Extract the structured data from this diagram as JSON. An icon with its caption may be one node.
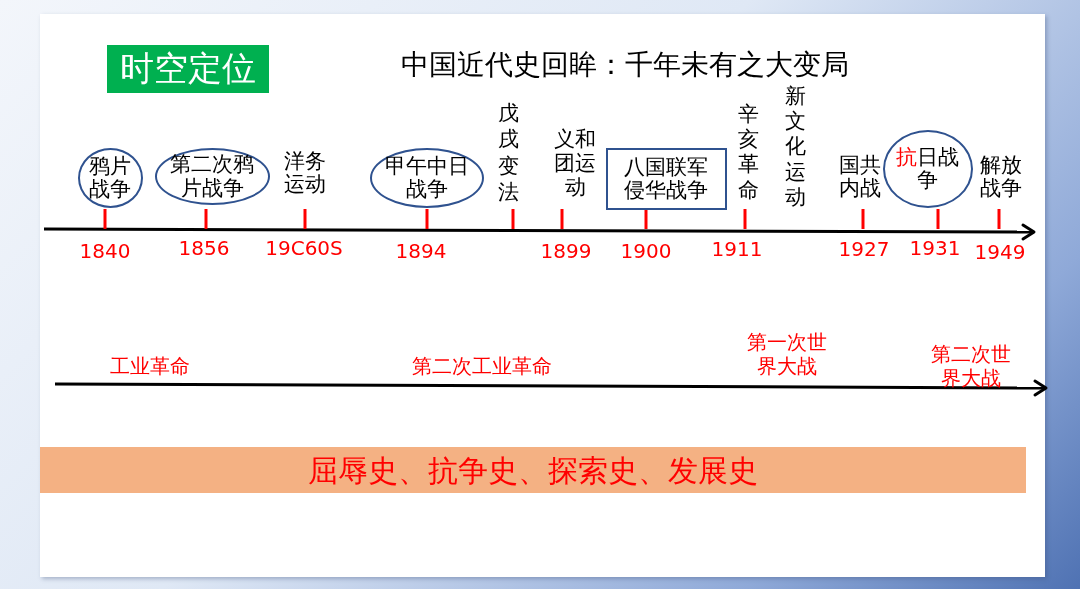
{
  "diagram": {
    "title": "中国近代史回眸：千年未有之大变局",
    "nodes": [
      {
        "text": [
          "时空定位"
        ]
      },
      {
        "text": [
          "鸦片战争"
        ],
        "beside": [
          "1840"
        ]
      },
      {
        "text": [
          "第二次鸦片战争"
        ],
        "beside": [
          "1856"
        ]
      },
      {
        "text": [
          "甲午中日战争"
        ],
        "beside": [
          "1894"
        ]
      },
      {
        "text": [
          "八国联军侵华战争"
        ],
        "beside": [
          "1900"
        ]
      },
      {
        "text": [
          "抗日战争"
        ],
        "beside": [
          "1931"
        ]
      },
      {
        "text": [
          "屈辱史、抗争史、探索史、发展史"
        ]
      }
    ],
    "labels": [
      "洋务运动",
      "戊戌变法",
      "义和团运动",
      "辛亥革命",
      "新文化运动",
      "国共内战",
      "解放战争",
      "19C60S",
      "1899",
      "1911",
      "1927",
      "1949",
      "工业革命",
      "第二次工业革命",
      "第一次世界大战",
      "第二次世界大战"
    ]
  }
}
